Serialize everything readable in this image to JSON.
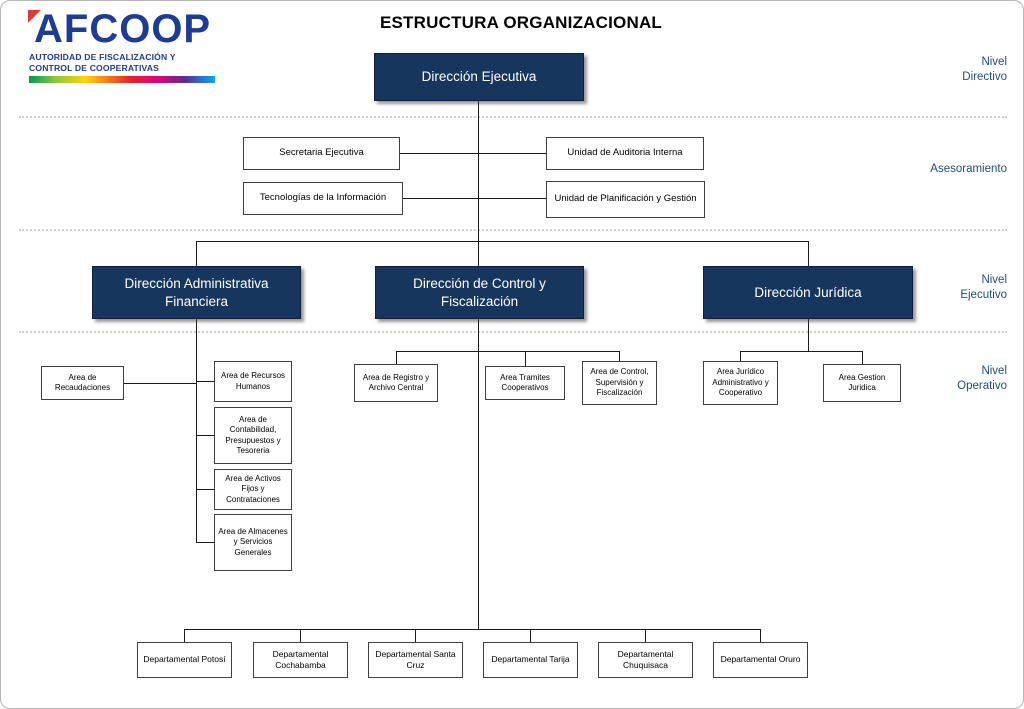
{
  "header": {
    "title": "ESTRUCTURA ORGANIZACIONAL"
  },
  "logo": {
    "name": "AFCOOP",
    "subtitle_line1": "AUTORIDAD DE FISCALIZACIÓN Y",
    "subtitle_line2": "CONTROL DE COOPERATIVAS"
  },
  "level_labels": {
    "directivo": "Nivel Directivo",
    "asesoramiento": "Asesoramiento",
    "ejecutivo": "Nivel Ejecutivo",
    "operativo": "Nivel Operativo"
  },
  "org": {
    "executive": {
      "label": "Dirección Ejecutiva"
    },
    "advisory": [
      {
        "label": "Secretaria Ejecutiva"
      },
      {
        "label": "Unidad de Auditoria Interna"
      },
      {
        "label": "Tecnologías de la Información"
      },
      {
        "label": "Unidad de Planificación y Gestión"
      }
    ],
    "directions": [
      {
        "label": "Dirección Administrativa Financiera",
        "areas": [
          "Area de Recaudaciones",
          "Area de Recursos Humanos",
          "Area de Contabilidad, Presupuestos y Tesoreria",
          "Area de Activos Fijos y Contrataciones",
          "Area de Almacenes y Servicios Generales"
        ]
      },
      {
        "label": "Dirección de Control y Fiscalización",
        "areas": [
          "Area de Registro y Archivo Central",
          "Area Tramites Cooperativos",
          "Area de Control, Supervisión y Fiscalización"
        ]
      },
      {
        "label": "Dirección Jurídica",
        "areas": [
          "Area Jurídico Administrativo y Cooperativo",
          "Area Gestion Juridica"
        ]
      }
    ],
    "departments": [
      "Departamental Potosí",
      "Departamental Cochabamba",
      "Departamental Santa Cruz",
      "Departamental Tarija",
      "Departamental Chuquisaca",
      "Departamental Oruro"
    ]
  },
  "colors": {
    "navy": "#17365D",
    "label_blue": "#1F4E79",
    "logo_blue": "#1D3C94",
    "logo_red": "#E03C31",
    "line": "#1A1A1A"
  }
}
